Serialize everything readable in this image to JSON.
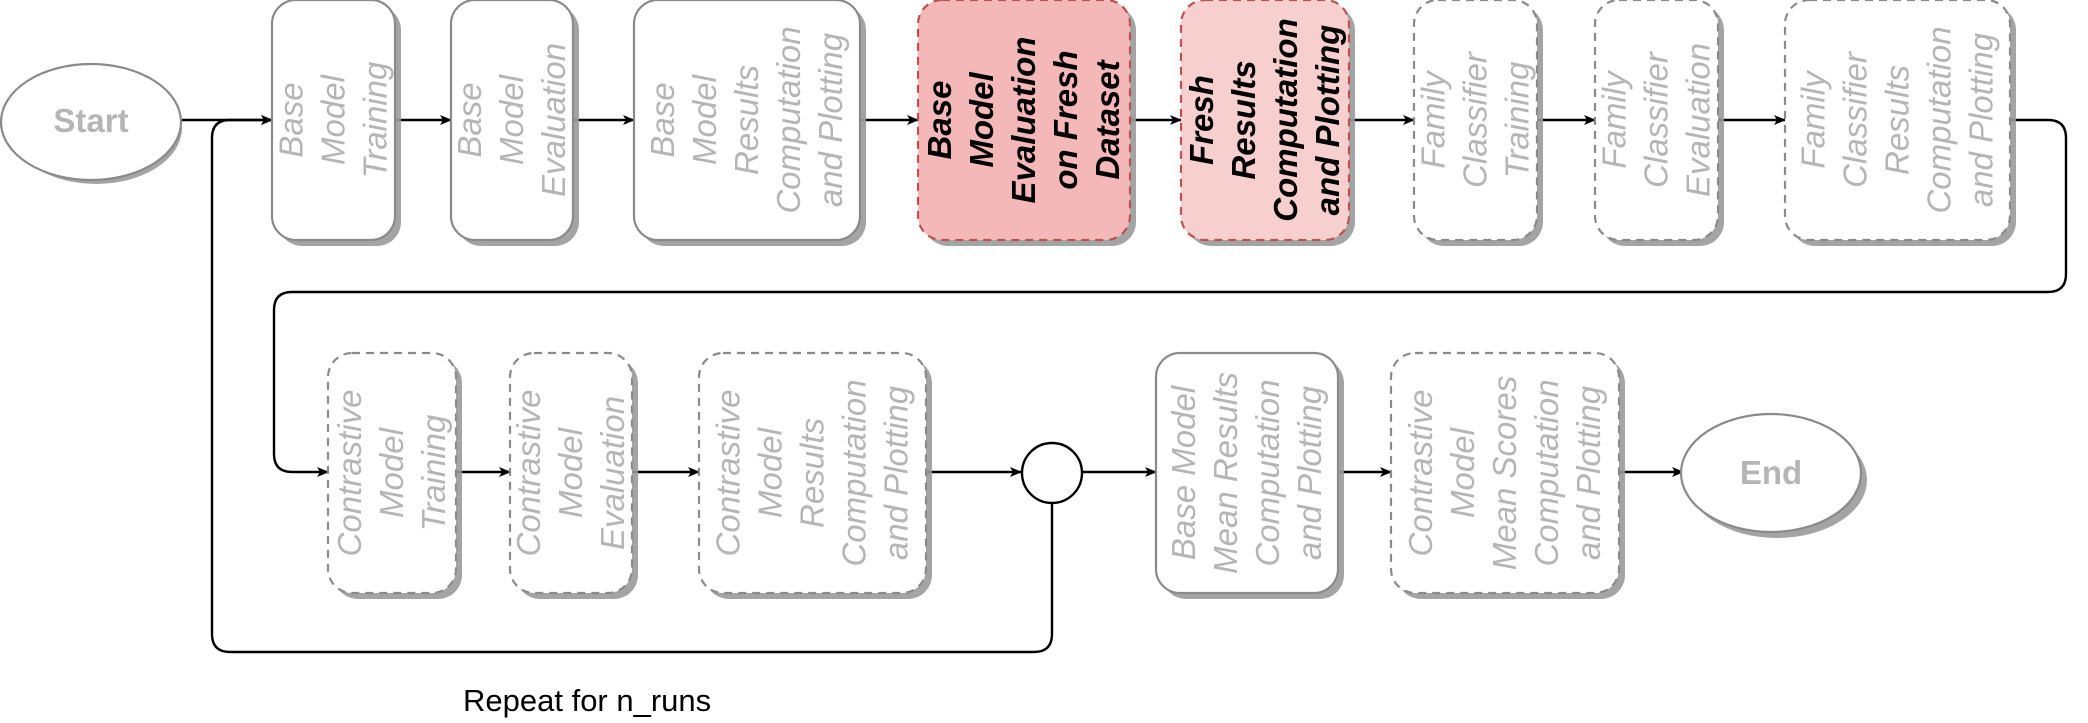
{
  "diagram": {
    "start_label": "Start",
    "end_label": "End",
    "loop_label": "Repeat for n_runs",
    "top_row": [
      {
        "lines": [
          "Base",
          "Model",
          "Training"
        ],
        "highlight": false,
        "dashed": false
      },
      {
        "lines": [
          "Base",
          "Model",
          "Evaluation"
        ],
        "highlight": false,
        "dashed": false
      },
      {
        "lines": [
          "Base",
          "Model",
          "Results",
          "Computation",
          "and Plotting"
        ],
        "highlight": false,
        "dashed": false
      },
      {
        "lines": [
          "Base",
          "Model",
          "Evaluation",
          "on Fresh",
          "Dataset"
        ],
        "highlight": true,
        "dashed": true
      },
      {
        "lines": [
          "Fresh",
          "Results",
          "Computation",
          "and Plotting"
        ],
        "highlight": true,
        "dashed": true
      },
      {
        "lines": [
          "Family",
          "Classifier",
          "Training"
        ],
        "highlight": false,
        "dashed": true
      },
      {
        "lines": [
          "Family",
          "Classifier",
          "Evaluation"
        ],
        "highlight": false,
        "dashed": true
      },
      {
        "lines": [
          "Family",
          "Classifier",
          "Results",
          "Computation",
          "and Plotting"
        ],
        "highlight": false,
        "dashed": true
      }
    ],
    "bottom_row": [
      {
        "lines": [
          "Contrastive",
          "Model",
          "Training"
        ],
        "highlight": false,
        "dashed": true
      },
      {
        "lines": [
          "Contrastive",
          "Model",
          "Evaluation"
        ],
        "highlight": false,
        "dashed": true
      },
      {
        "lines": [
          "Contrastive",
          "Model",
          "Results",
          "Computation",
          "and Plotting"
        ],
        "highlight": false,
        "dashed": true
      },
      {
        "lines": [
          "Base Model",
          "Mean Results",
          "Computation",
          "and Plotting"
        ],
        "highlight": false,
        "dashed": false
      },
      {
        "lines": [
          "Contrastive",
          "Model",
          "Mean Scores",
          "Computation",
          "and Plotting"
        ],
        "highlight": false,
        "dashed": true
      }
    ],
    "colors": {
      "stroke_gray": "#8a8a8a",
      "text_gray": "#b5b5b5",
      "shadow_gray": "#9a9a9a",
      "highlight_fill_dark": "#f4b8b8",
      "highlight_fill_light": "#f8cfcf",
      "highlight_stroke": "#b85450",
      "arrow": "#000000"
    }
  }
}
